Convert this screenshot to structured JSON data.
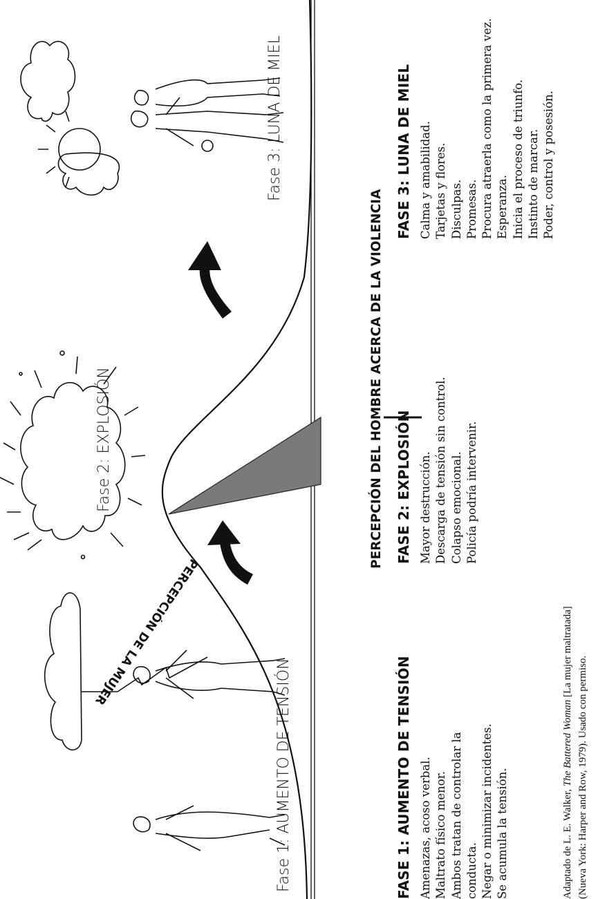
{
  "diagram": {
    "phase_labels": {
      "phase1": "Fase 1: AUMENTO DE TENSIÓN",
      "phase2": "Fase 2: EXPLOSIÓN",
      "phase3": "Fase 3: LUNA DE MIEL"
    },
    "axis_man": "PERCEPCIÓN DEL HOMBRE ACERCA DE LA VIOLENCIA",
    "axis_woman": "PERCEPCIÓN DE LA MUJER"
  },
  "phases": [
    {
      "heading": "FASE 1: AUMENTO DE TENSIÓN",
      "items": [
        "Amenazas, acoso verbal.",
        "Maltrato físico menor.",
        "Ambos tratan de controlar la conducta.",
        "Negar o minimizar incidentes.",
        "Se acumula la tensión."
      ]
    },
    {
      "heading": "FASE 2: EXPLOSIÓN",
      "items": [
        "Mayor destrucción.",
        "Descarga de tensión sin control.",
        "Colapso emocional.",
        "Policía podría intervenir."
      ]
    },
    {
      "heading": "FASE 3: LUNA DE MIEL",
      "items": [
        "Calma y amabilidad.",
        "Tarjetas y flores.",
        "Disculpas.",
        "Promesas.",
        "Procura atraerla como la primera vez.",
        "Esperanza.",
        "Inicia el proceso de triunfo.",
        "Instinto de marcar.",
        "Poder, control y posesión."
      ]
    }
  ],
  "credit": {
    "prefix": "Adaptado de L. E. Walker, ",
    "title": "The Battered Woman",
    "suffix": " [La mujer maltratada] (Nueva York: Harper and Row, 1979). Usado con permiso."
  }
}
